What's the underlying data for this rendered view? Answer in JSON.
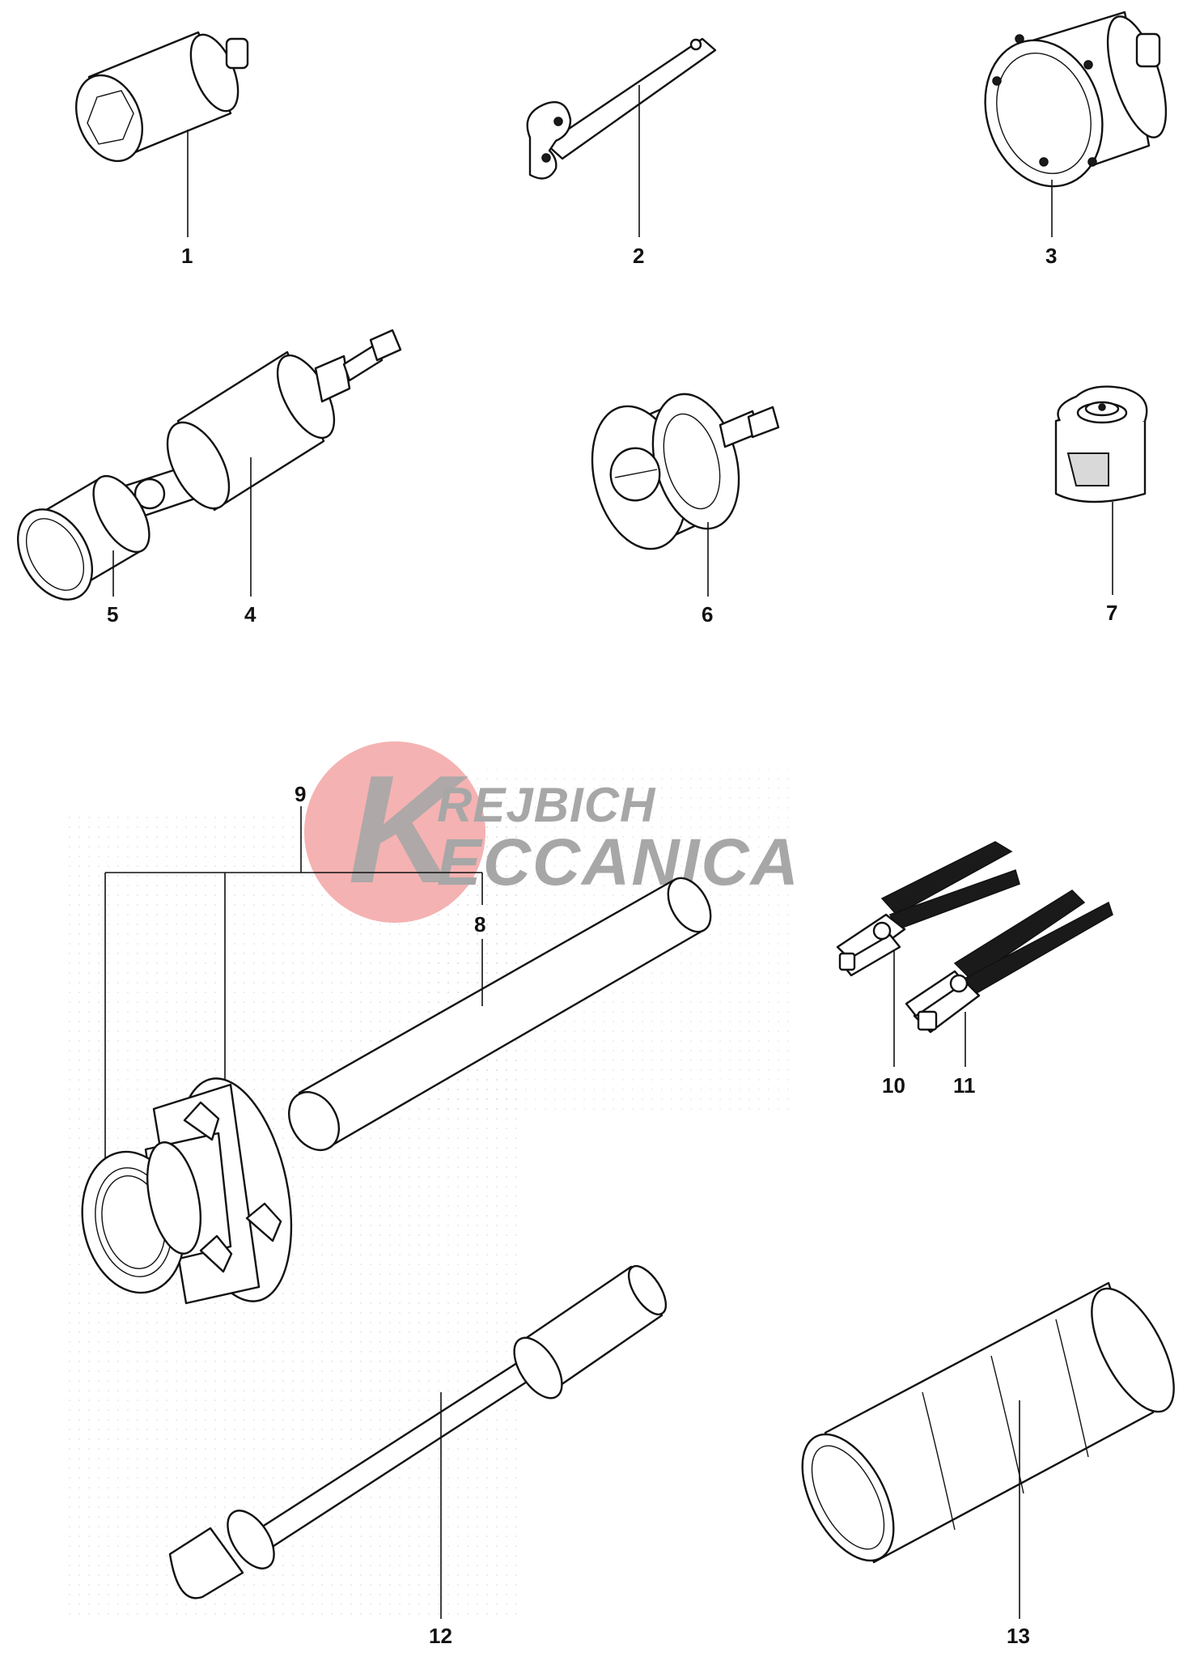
{
  "watermark": {
    "line1": "REJBICH",
    "line2": "ECCANICA",
    "logo_letter": "K",
    "logo_circle_color": "#f3a4a4",
    "text_color": "#a7a7a7"
  },
  "parts": [
    {
      "label": "1",
      "icon": "hex-socket-tool"
    },
    {
      "label": "2",
      "icon": "pin-spanner-wrench"
    },
    {
      "label": "3",
      "icon": "ring-nut-socket"
    },
    {
      "label": "4",
      "icon": "bearing-puller"
    },
    {
      "label": "5",
      "icon": "puller-adapter-cup"
    },
    {
      "label": "6",
      "icon": "bearing-extractor"
    },
    {
      "label": "7",
      "icon": "slotted-adapter"
    },
    {
      "label": "8",
      "icon": "shaft-rod"
    },
    {
      "label": "9",
      "icon": "hub-holder-assembly"
    },
    {
      "label": "10",
      "icon": "clamp-pliers"
    },
    {
      "label": "11",
      "icon": "clamp-pliers"
    },
    {
      "label": "12",
      "icon": "driver-rod"
    },
    {
      "label": "13",
      "icon": "split-sleeve"
    }
  ]
}
